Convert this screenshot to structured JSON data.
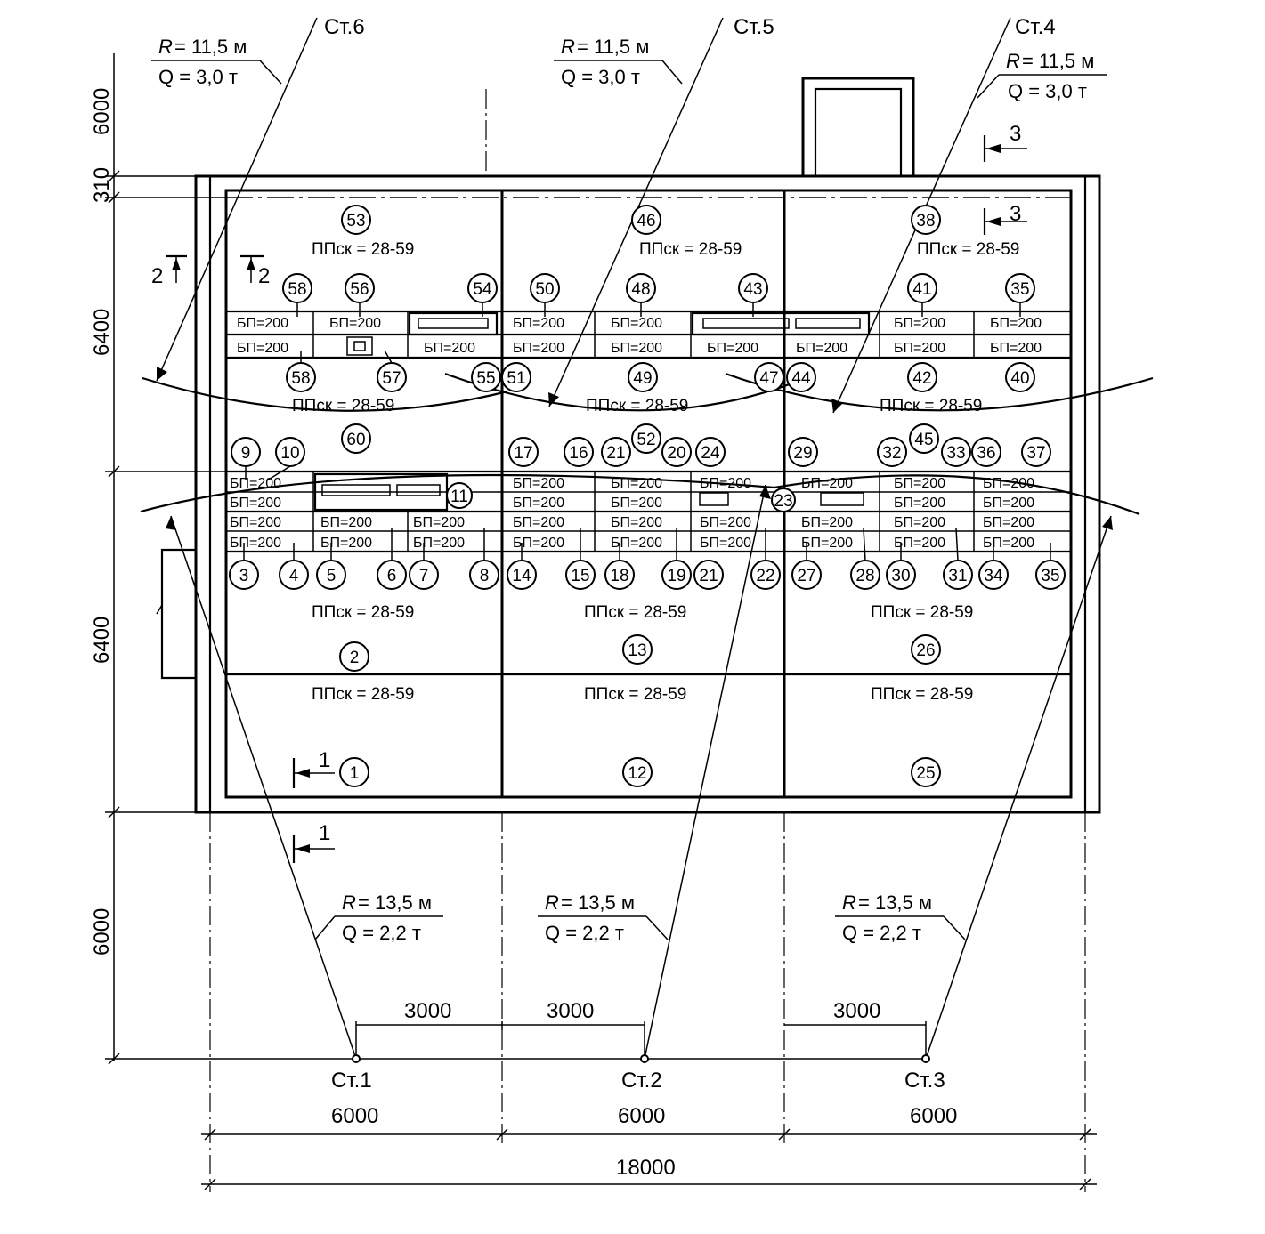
{
  "cranes_top": [
    {
      "name": "Ст.6",
      "R": "R",
      "R_val": "= 11,5 м",
      "Q": "Q = 3,0 т"
    },
    {
      "name": "Ст.5",
      "R": "R",
      "R_val": "= 11,5 м",
      "Q": "Q = 3,0 т"
    },
    {
      "name": "Ст.4",
      "R": "R",
      "R_val": "= 11,5 м",
      "Q": "Q = 3,0 т"
    }
  ],
  "cranes_bottom": [
    {
      "name": "Ст.1",
      "R": "R",
      "R_val": "= 13,5 м",
      "Q": "Q = 2,2 т",
      "offset": "3000"
    },
    {
      "name": "Ст.2",
      "R": "R",
      "R_val": "= 13,5 м",
      "Q": "Q = 2,2 т",
      "offset": "3000"
    },
    {
      "name": "Ст.3",
      "R": "R",
      "R_val": "= 13,5 м",
      "Q": "Q = 2,2 т",
      "offset": "3000"
    }
  ],
  "dims_left": [
    "6000",
    "310",
    "6400",
    "6400",
    "6000"
  ],
  "dims_bottom": {
    "spans": [
      "6000",
      "6000",
      "6000"
    ],
    "total": "18000"
  },
  "section_marks": {
    "s1": "1",
    "s2": "2",
    "s3": "3"
  },
  "slab_label": "ППск = 28-59",
  "block_label": "БП=200",
  "slabs_top": [
    "53",
    "46",
    "38"
  ],
  "slabs_upper_mid": [
    "60",
    "52",
    "45"
  ],
  "slabs_lower": [
    "2",
    "13",
    "26"
  ],
  "slabs_bottom": [
    "1",
    "12",
    "25"
  ],
  "upper_band_top": [
    "58",
    "56",
    "54",
    "50",
    "48",
    "43",
    "41",
    "35"
  ],
  "upper_band_bottom": [
    "58",
    "57",
    "55",
    "51",
    "49",
    "47",
    "44",
    "42",
    "40"
  ],
  "lower_band_top": [
    "9",
    "10",
    "17",
    "16",
    "21",
    "20",
    "24",
    "29",
    "32",
    "33",
    "36",
    "37"
  ],
  "lower_band_bottom": [
    "3",
    "4",
    "5",
    "6",
    "7",
    "8",
    "14",
    "15",
    "18",
    "19",
    "21",
    "22",
    "27",
    "28",
    "30",
    "31",
    "34",
    "35"
  ],
  "lower_band_inner": [
    "11",
    "23"
  ]
}
